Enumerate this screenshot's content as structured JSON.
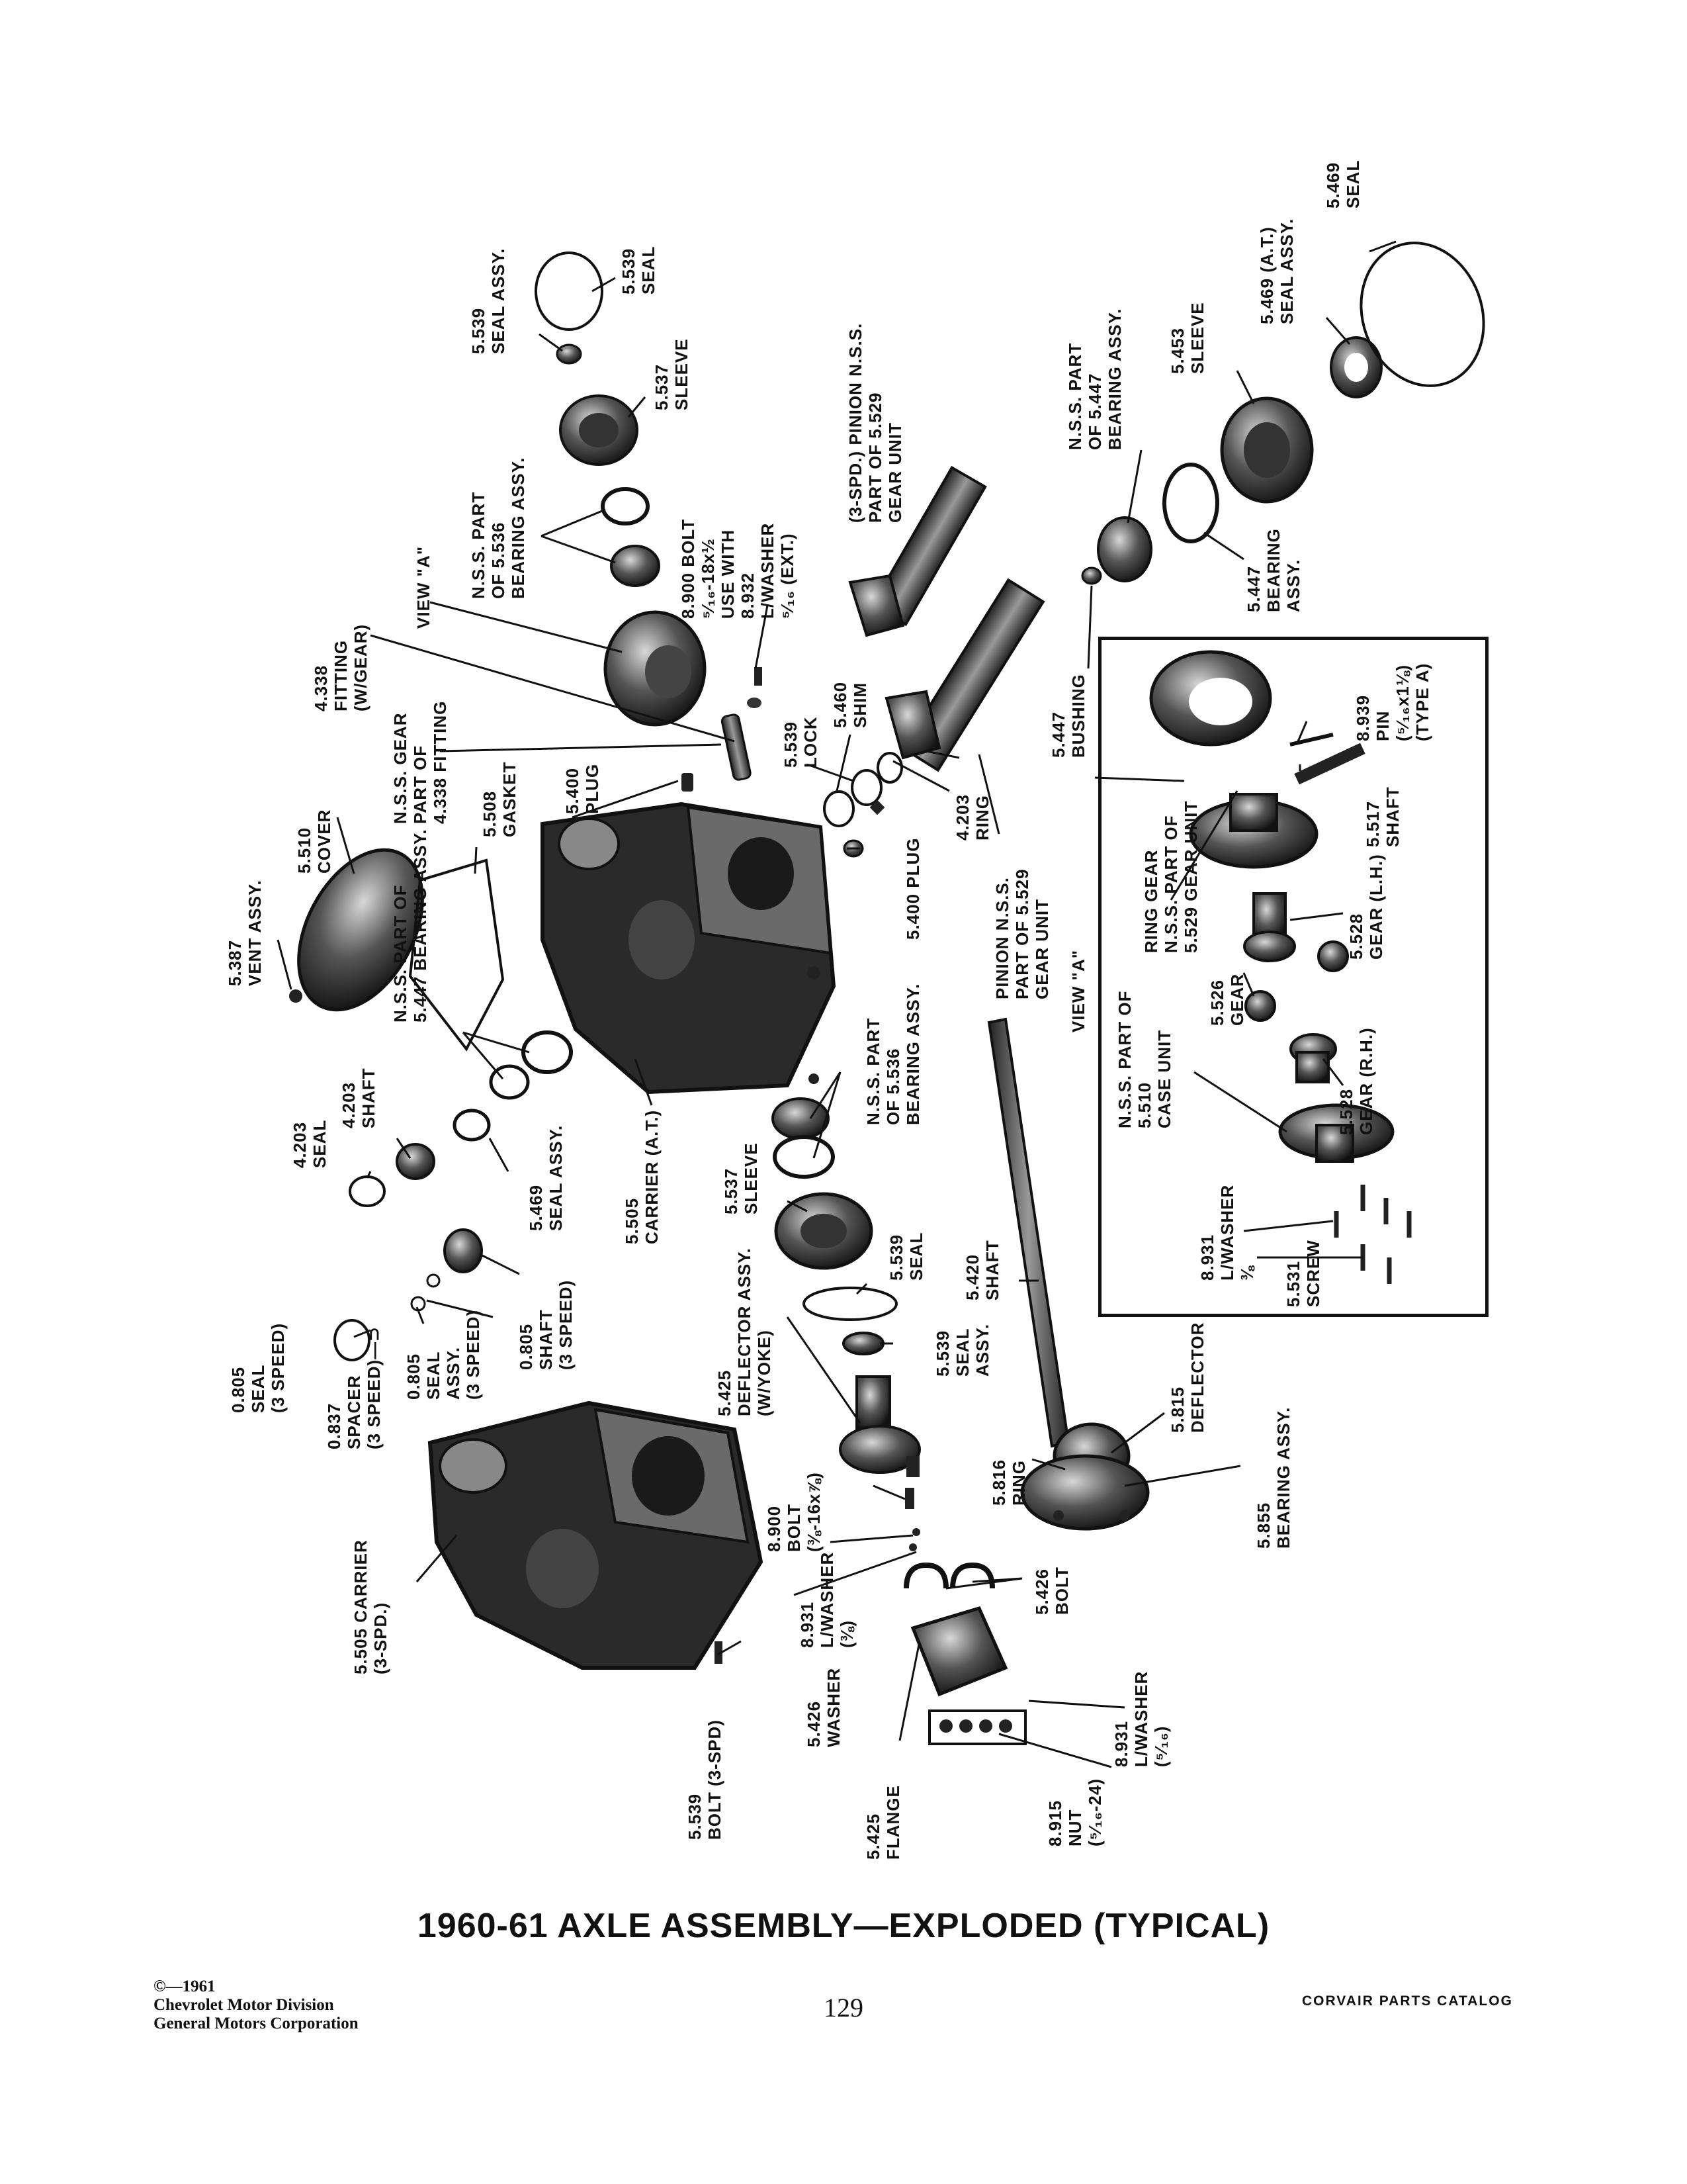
{
  "title": "1960-61 AXLE ASSEMBLY—EXPLODED (TYPICAL)",
  "page_number": "129",
  "copyright": "©—1961\nChevrolet Motor Division\nGeneral Motors Corporation",
  "catalog_name": "CORVAIR PARTS CATALOG",
  "labels": [
    {
      "id": "seal-assy-5539",
      "text": "5.539\nSEAL ASSY."
    },
    {
      "id": "seal-5539-top",
      "text": "5.539\nSEAL"
    },
    {
      "id": "sleeve-5537-top",
      "text": "5.537\nSLEEVE"
    },
    {
      "id": "bearing-5536-top",
      "text": "N.S.S. PART\nOF 5.536\nBEARING ASSY."
    },
    {
      "id": "bolt-8900-top",
      "text": "8.900 BOLT\n⁵⁄₁₆-18x½\nUSE WITH\n8.932\nL/WASHER\n⁵⁄₁₆ (EXT.)"
    },
    {
      "id": "view-a-top",
      "text": "VIEW \"A\""
    },
    {
      "id": "fitting-4338",
      "text": "4.338\nFITTING\n(W/GEAR)"
    },
    {
      "id": "gear-4338",
      "text": "N.S.S. GEAR\nPART OF\n4.338 FITTING"
    },
    {
      "id": "cover-5510",
      "text": "5.510\nCOVER"
    },
    {
      "id": "gasket-5508",
      "text": "5.508\nGASKET"
    },
    {
      "id": "vent-5387",
      "text": "5.387\nVENT ASSY."
    },
    {
      "id": "bearing-5447-left",
      "text": "N.S.S. PART OF\n5.447 BEARING ASSY."
    },
    {
      "id": "plug-5400-top",
      "text": "5.400\nPLUG"
    },
    {
      "id": "shim-5460",
      "text": "5.460\nSHIM"
    },
    {
      "id": "lock-5539",
      "text": "5.539\nLOCK"
    },
    {
      "id": "pinion-3spd",
      "text": "(3-SPD.) PINION N.S.S.\nPART OF 5.529\nGEAR UNIT"
    },
    {
      "id": "bearing-5447-top",
      "text": "N.S.S. PART\nOF 5.447\nBEARING ASSY."
    },
    {
      "id": "sleeve-5453",
      "text": "5.453\nSLEEVE"
    },
    {
      "id": "seal-assy-5469-at",
      "text": "5.469 (A.T.)\nSEAL ASSY."
    },
    {
      "id": "seal-5469",
      "text": "5.469\nSEAL"
    },
    {
      "id": "bearing-5447-right",
      "text": "5.447\nBEARING\nASSY."
    },
    {
      "id": "bushing-5447",
      "text": "5.447\nBUSHING"
    },
    {
      "id": "ring-4203",
      "text": "4.203\nRING"
    },
    {
      "id": "plug-5400-mid",
      "text": "5.400 PLUG"
    },
    {
      "id": "pinion-at",
      "text": "PINION N.S.S.\nPART OF 5.529\nGEAR UNIT"
    },
    {
      "id": "shaft-4203",
      "text": "4.203\nSHAFT"
    },
    {
      "id": "seal-4203",
      "text": "4.203\nSEAL"
    },
    {
      "id": "seal-assy-5469-left",
      "text": "5.469\nSEAL ASSY."
    },
    {
      "id": "carrier-5505-at",
      "text": "5.505\nCARRIER (A.T.)"
    },
    {
      "id": "bearing-5536-mid",
      "text": "N.S.S. PART\nOF 5.536\nBEARING ASSY."
    },
    {
      "id": "sleeve-5537-mid",
      "text": "5.537\nSLEEVE"
    },
    {
      "id": "seal-5539-mid",
      "text": "5.539\nSEAL"
    },
    {
      "id": "deflector-5425",
      "text": "5.425\nDEFLECTOR ASSY.\n(W/YOKE)"
    },
    {
      "id": "seal-assy-5539-mid",
      "text": "5.539\nSEAL\nASSY."
    },
    {
      "id": "shaft-5420",
      "text": "5.420\nSHAFT"
    },
    {
      "id": "seal-0805",
      "text": "0.805\nSEAL\n(3 SPEED)"
    },
    {
      "id": "spacer-0837",
      "text": "0.837\nSPACER\n(3 SPEED)—⊃"
    },
    {
      "id": "seal-assy-0805",
      "text": "0.805\nSEAL\nASSY.\n(3 SPEED)"
    },
    {
      "id": "shaft-0805",
      "text": "0.805\nSHAFT\n(3 SPEED)"
    },
    {
      "id": "carrier-5505-3spd",
      "text": "5.505 CARRIER\n(3-SPD.)"
    },
    {
      "id": "bolt-8900-mid",
      "text": "8.900\nBOLT\n(⅜-16x⅞)"
    },
    {
      "id": "washer-8931-mid",
      "text": "8.931\nL/WASHER\n(⅜)"
    },
    {
      "id": "washer-5426",
      "text": "5.426\nWASHER"
    },
    {
      "id": "bolt-5426",
      "text": "5.426\nBOLT"
    },
    {
      "id": "bolt-5539-3spd",
      "text": "5.539\nBOLT (3-SPD)"
    },
    {
      "id": "flange-5425",
      "text": "5.425\nFLANGE"
    },
    {
      "id": "nut-8915",
      "text": "8.915\nNUT\n(⁵⁄₁₆-24)"
    },
    {
      "id": "washer-8931-bottom",
      "text": "8.931\nL/WASHER\n(⁵⁄₁₆)"
    },
    {
      "id": "ring-5816",
      "text": "5.816\nRING"
    },
    {
      "id": "deflector-5815",
      "text": "5.815\nDEFLECTOR"
    },
    {
      "id": "bearing-5855",
      "text": "5.855\nBEARING ASSY."
    },
    {
      "id": "pin-8939",
      "text": "8.939\nPIN\n(⁵⁄₁₆x1⅛)\n(TYPE A)"
    },
    {
      "id": "shaft-5517",
      "text": "5.517\nSHAFT"
    },
    {
      "id": "ring-gear-5529",
      "text": "RING GEAR\nN.S.S. PART OF\n5.529 GEAR UNIT"
    },
    {
      "id": "gear-lh-5528",
      "text": "5.528\nGEAR (L.H.)"
    },
    {
      "id": "gear-5526",
      "text": "5.526\nGEAR"
    },
    {
      "id": "view-a-box",
      "text": "VIEW \"A\""
    },
    {
      "id": "gear-rh-5528",
      "text": "5.528\nGEAR (R.H.)"
    },
    {
      "id": "case-unit-5510",
      "text": "N.S.S. PART OF\n5.510\nCASE UNIT"
    },
    {
      "id": "washer-8931-box",
      "text": "8.931\nL/WASHER\n⅜"
    },
    {
      "id": "screw-5531",
      "text": "5.531\nSCREW"
    }
  ]
}
